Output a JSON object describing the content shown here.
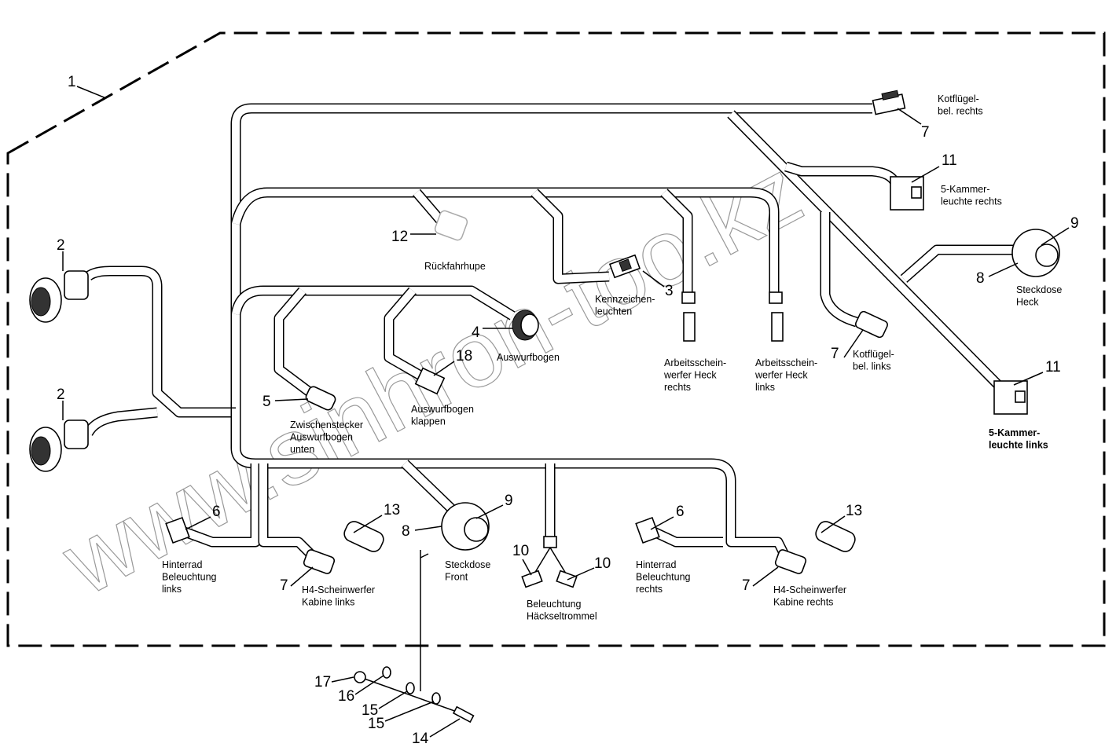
{
  "watermark": "www.sinhron-too.kz",
  "callouts": [
    "1",
    "2",
    "2",
    "12",
    "3",
    "4",
    "18",
    "5",
    "7",
    "7",
    "11",
    "9",
    "8",
    "11",
    "6",
    "13",
    "7",
    "9",
    "8",
    "10",
    "10",
    "6",
    "13",
    "7",
    "17",
    "16",
    "15",
    "15",
    "14"
  ],
  "captions": {
    "rueckfahrhupe": [
      "Rückfahrhupe"
    ],
    "kennzeichen": [
      "Kennzeichen-",
      "leuchten"
    ],
    "auswurfbogen": [
      "Auswurfbogen"
    ],
    "auswurfbogen_klappen": [
      "Auswurfbogen",
      "klappen"
    ],
    "zwischenstecker": [
      "Zwischenstecker",
      "Auswurfbogen",
      "unten"
    ],
    "arbeits_rechts": [
      "Arbeitsschein-",
      "werfer Heck",
      "rechts"
    ],
    "arbeits_links": [
      "Arbeitsschein-",
      "werfer Heck",
      "links"
    ],
    "kotfluegel_links": [
      "Kotflügel-",
      "bel. links"
    ],
    "kotfluegel_rechts": [
      "Kotflügel-",
      "bel. rechts"
    ],
    "kammer_rechts": [
      "5-Kammer-",
      "leuchte rechts"
    ],
    "steckdose_heck": [
      "Steckdose",
      "Heck"
    ],
    "kammer_links": [
      "5-Kammer-",
      "leuchte links"
    ],
    "hinterrad_links": [
      "Hinterrad",
      "Beleuchtung",
      "links"
    ],
    "h4_links": [
      "H4-Scheinwerfer",
      "Kabine links"
    ],
    "steckdose_front": [
      "Steckdose",
      "Front"
    ],
    "haeckseltrommel": [
      "Beleuchtung",
      "Häckseltrommel"
    ],
    "hinterrad_rechts": [
      "Hinterrad",
      "Beleuchtung",
      "rechts"
    ],
    "h4_rechts": [
      "H4-Scheinwerfer",
      "Kabine rechts"
    ]
  }
}
